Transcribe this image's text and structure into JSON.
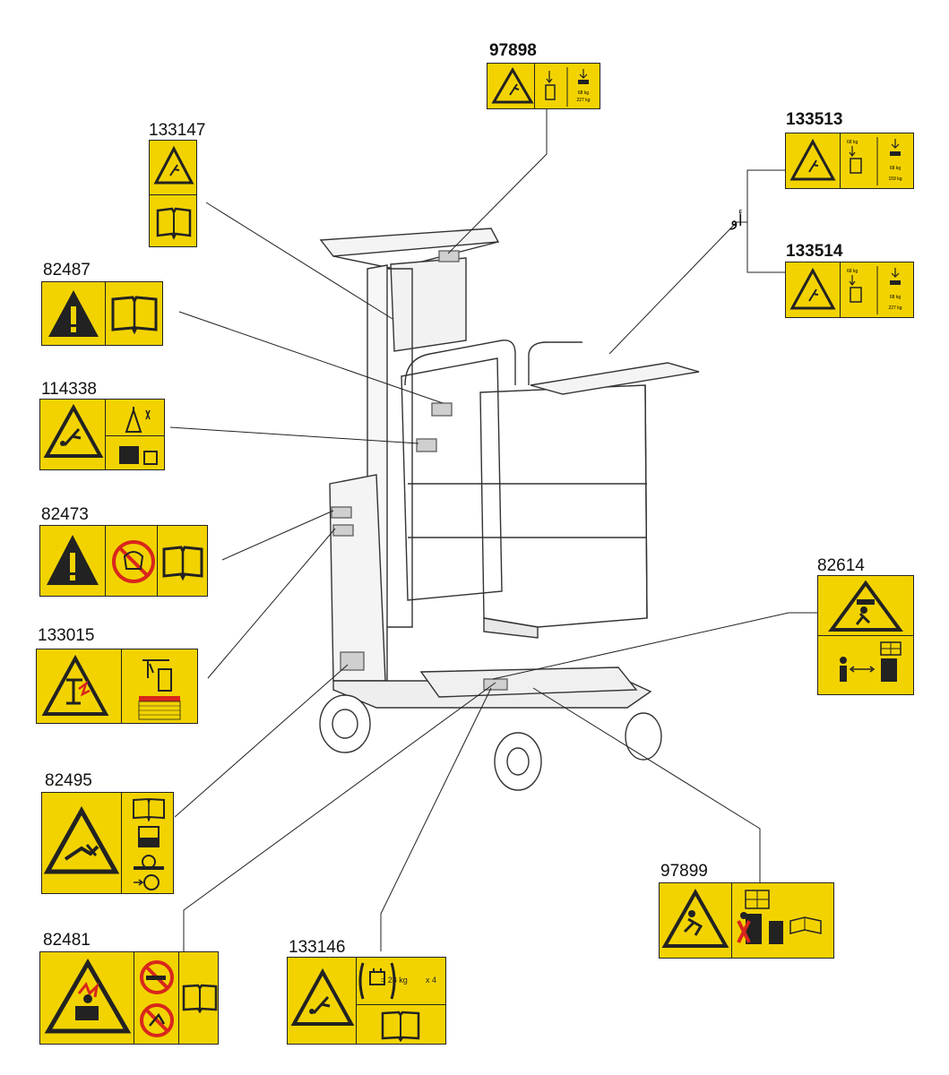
{
  "decals": [
    {
      "id": "97898",
      "part_number": "97898",
      "bold": true
    },
    {
      "id": "133147",
      "part_number": "133147",
      "bold": false
    },
    {
      "id": "133513",
      "part_number": "133513",
      "bold": true
    },
    {
      "id": "133514",
      "part_number": "133514",
      "bold": true
    },
    {
      "id": "82487",
      "part_number": "82487",
      "bold": false
    },
    {
      "id": "114338",
      "part_number": "114338",
      "bold": false
    },
    {
      "id": "82473",
      "part_number": "82473",
      "bold": false
    },
    {
      "id": "133015",
      "part_number": "133015",
      "bold": false
    },
    {
      "id": "82614",
      "part_number": "82614",
      "bold": false
    },
    {
      "id": "82495",
      "part_number": "82495",
      "bold": false
    },
    {
      "id": "97899",
      "part_number": "97899",
      "bold": false
    },
    {
      "id": "82481",
      "part_number": "82481",
      "bold": false
    },
    {
      "id": "133146",
      "part_number": "133146",
      "bold": false
    }
  ],
  "or_label": "أو",
  "battery_weight_text": "= 28 kg",
  "battery_count_text": "x 4",
  "colors": {
    "decal_yellow": "#f2d300",
    "ink": "#222222",
    "prohibit_red": "#d9261c"
  }
}
